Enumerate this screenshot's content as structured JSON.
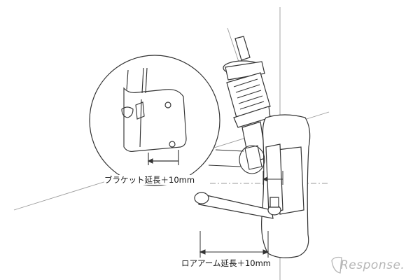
{
  "labels": {
    "bracket_extension": "ブラケット延長＋10mm",
    "lower_arm_extension": "ロアアーム延長＋10mm"
  },
  "watermark": {
    "text": "Response."
  },
  "colors": {
    "line": "#333333",
    "guide": "#9a9a9a",
    "watermark": "#b6b6b6"
  }
}
